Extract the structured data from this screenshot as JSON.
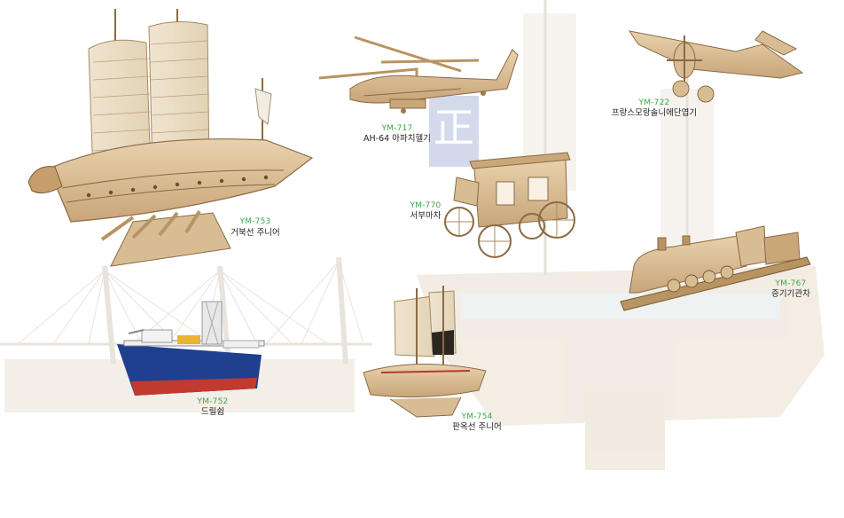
{
  "colors": {
    "background": "#ffffff",
    "code_green": "#3aa648",
    "name_text": "#222222",
    "wood": "#dcc29a",
    "wood_dark": "#8a6a44",
    "sail": "#f1e9d8",
    "hull_blue": "#1f3f8f",
    "hull_red": "#c23a2e"
  },
  "products": [
    {
      "code": "YM-753",
      "name": "거북선 주니어",
      "icon": "turtle-ship-model"
    },
    {
      "code": "YM-717",
      "name": "AH-64 아파치헬기",
      "icon": "apache-helicopter-model"
    },
    {
      "code": "YM-722",
      "name": "프랑스모랑솔니에단엽기",
      "icon": "monoplane-model"
    },
    {
      "code": "YM-770",
      "name": "서부마차",
      "icon": "stagecoach-model"
    },
    {
      "code": "YM-767",
      "name": "증기기관차",
      "icon": "steam-locomotive-model"
    },
    {
      "code": "YM-752",
      "name": "드릴쉽",
      "icon": "drillship-model"
    },
    {
      "code": "YM-754",
      "name": "판옥선 주니어",
      "icon": "panokseon-model"
    }
  ],
  "background_image": {
    "icon": "faded-bridge-and-ship-photo",
    "sign_glyph": "正"
  }
}
